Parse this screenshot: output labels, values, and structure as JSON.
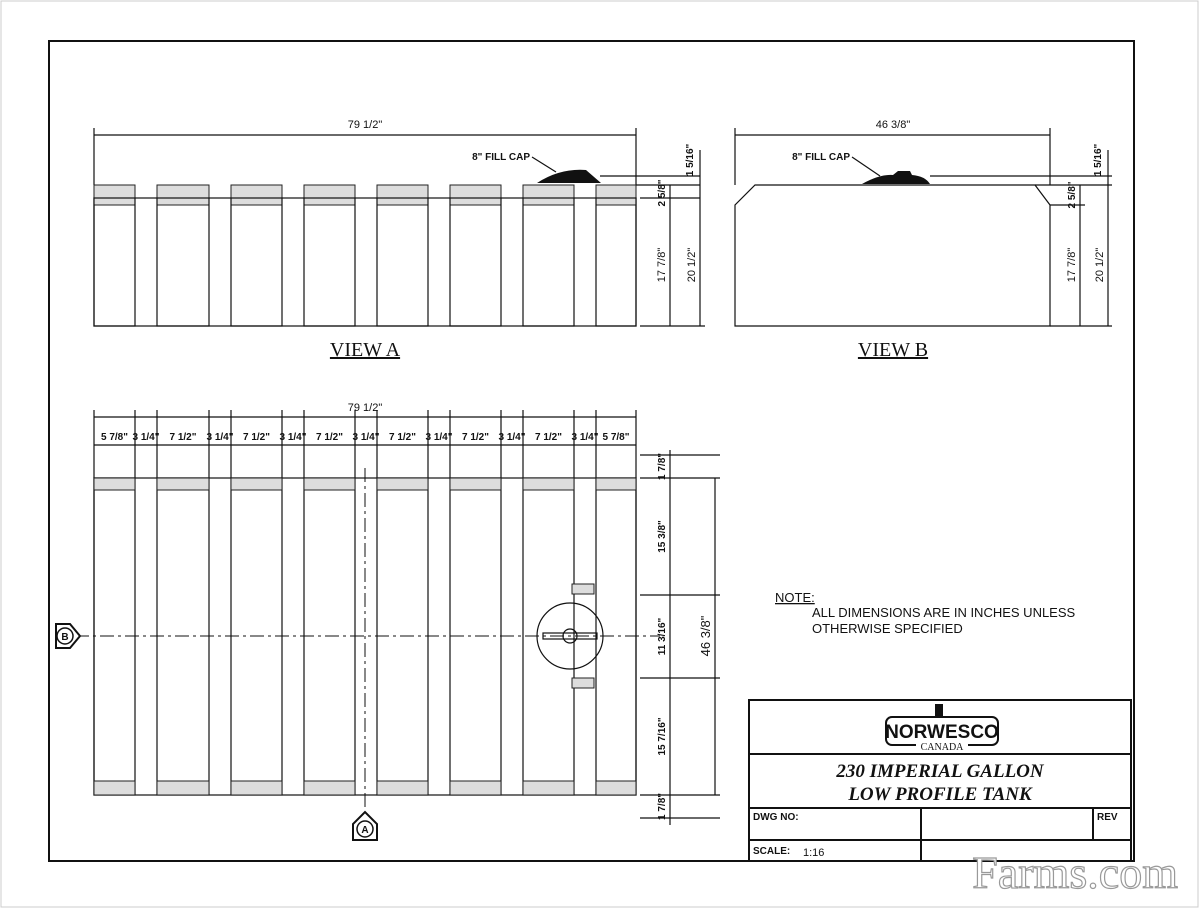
{
  "view_a": {
    "label": "VIEW A",
    "overall_length": "79 1/2\"",
    "fill_cap": "8\" FILL CAP",
    "dim_cap_height": "1 5/16\"",
    "dim_rib_height": "2 5/8\"",
    "dim_body_height": "17 7/8\"",
    "dim_total_height": "20 1/2\""
  },
  "view_b": {
    "label": "VIEW B",
    "overall_width": "46 3/8\"",
    "fill_cap": "8\" FILL CAP",
    "dim_cap_height": "1 5/16\"",
    "dim_rib_height": "2 5/8\"",
    "dim_body_height": "17 7/8\"",
    "dim_total_height": "20 1/2\""
  },
  "plan_view": {
    "overall_length": "79 1/2\"",
    "segment_dims": [
      "5 7/8\"",
      "3 1/4\"",
      "7 1/2\"",
      "3 1/4\"",
      "7 1/2\"",
      "3 1/4\"",
      "7 1/2\"",
      "3 1/4\"",
      "7 1/2\"",
      "3 1/4\"",
      "7 1/2\"",
      "3 1/4\"",
      "7 1/2\"",
      "3 1/4\"",
      "5 7/8\""
    ],
    "side_dims": [
      "1 7/8\"",
      "15 3/8\"",
      "11 3/16\"",
      "15 7/16\"",
      "1 7/8\""
    ],
    "overall_width": "46 3/8\"",
    "section_marker_a": "A",
    "section_marker_b": "B"
  },
  "note": {
    "heading": "NOTE:",
    "line1": "ALL DIMENSIONS ARE IN INCHES UNLESS",
    "line2": "OTHERWISE SPECIFIED"
  },
  "title_block": {
    "logo": "NORWESCO CANADA",
    "logo_main": "NORWESCO",
    "logo_sub": "CANADA",
    "title_line1": "230 IMPERIAL GALLON",
    "title_line2": "LOW PROFILE TANK",
    "dwg_no_label": "DWG NO:",
    "rev_label": "REV",
    "scale_label": "SCALE:",
    "scale_value": "1:16"
  },
  "watermark": "Farms.com"
}
